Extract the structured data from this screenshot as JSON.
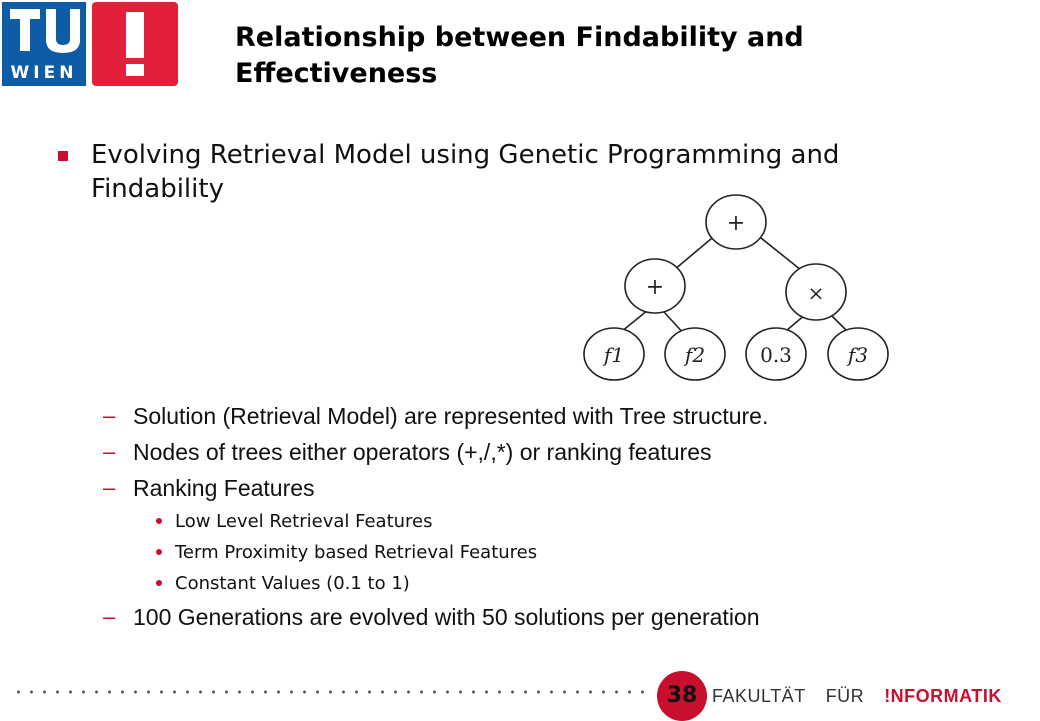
{
  "header": {
    "logo_text": "TU WIEN",
    "title_lines": [
      "Relationship between Findability and",
      "Effectiveness"
    ]
  },
  "main_bullet": {
    "lines": [
      "Evolving Retrieval Model using Genetic Programming and",
      "Findability"
    ]
  },
  "tree": {
    "nodes": {
      "root": "+",
      "left": "+",
      "right": "×",
      "leaf1": "f1",
      "leaf2": "f2",
      "leaf3": "0.3",
      "leaf4": "f3"
    }
  },
  "sub_items": [
    "Solution (Retrieval Model) are represented with Tree structure.",
    "Nodes of trees either operators (+,/,*) or ranking features",
    "Ranking Features",
    "100 Generations are evolved with 50 solutions per generation"
  ],
  "ranking_features": [
    "Low Level Retrieval Features",
    "Term Proximity based Retrieval Features",
    "Constant Values (0.1 to 1)"
  ],
  "footer": {
    "page_number": "38",
    "faculty_prefix": "FAKULTÄT",
    "faculty_for": "FÜR",
    "faculty_name": "!NFORMATIK"
  },
  "colors": {
    "brand_red": "#c8102e",
    "brand_blue": "#0e5ba6"
  }
}
